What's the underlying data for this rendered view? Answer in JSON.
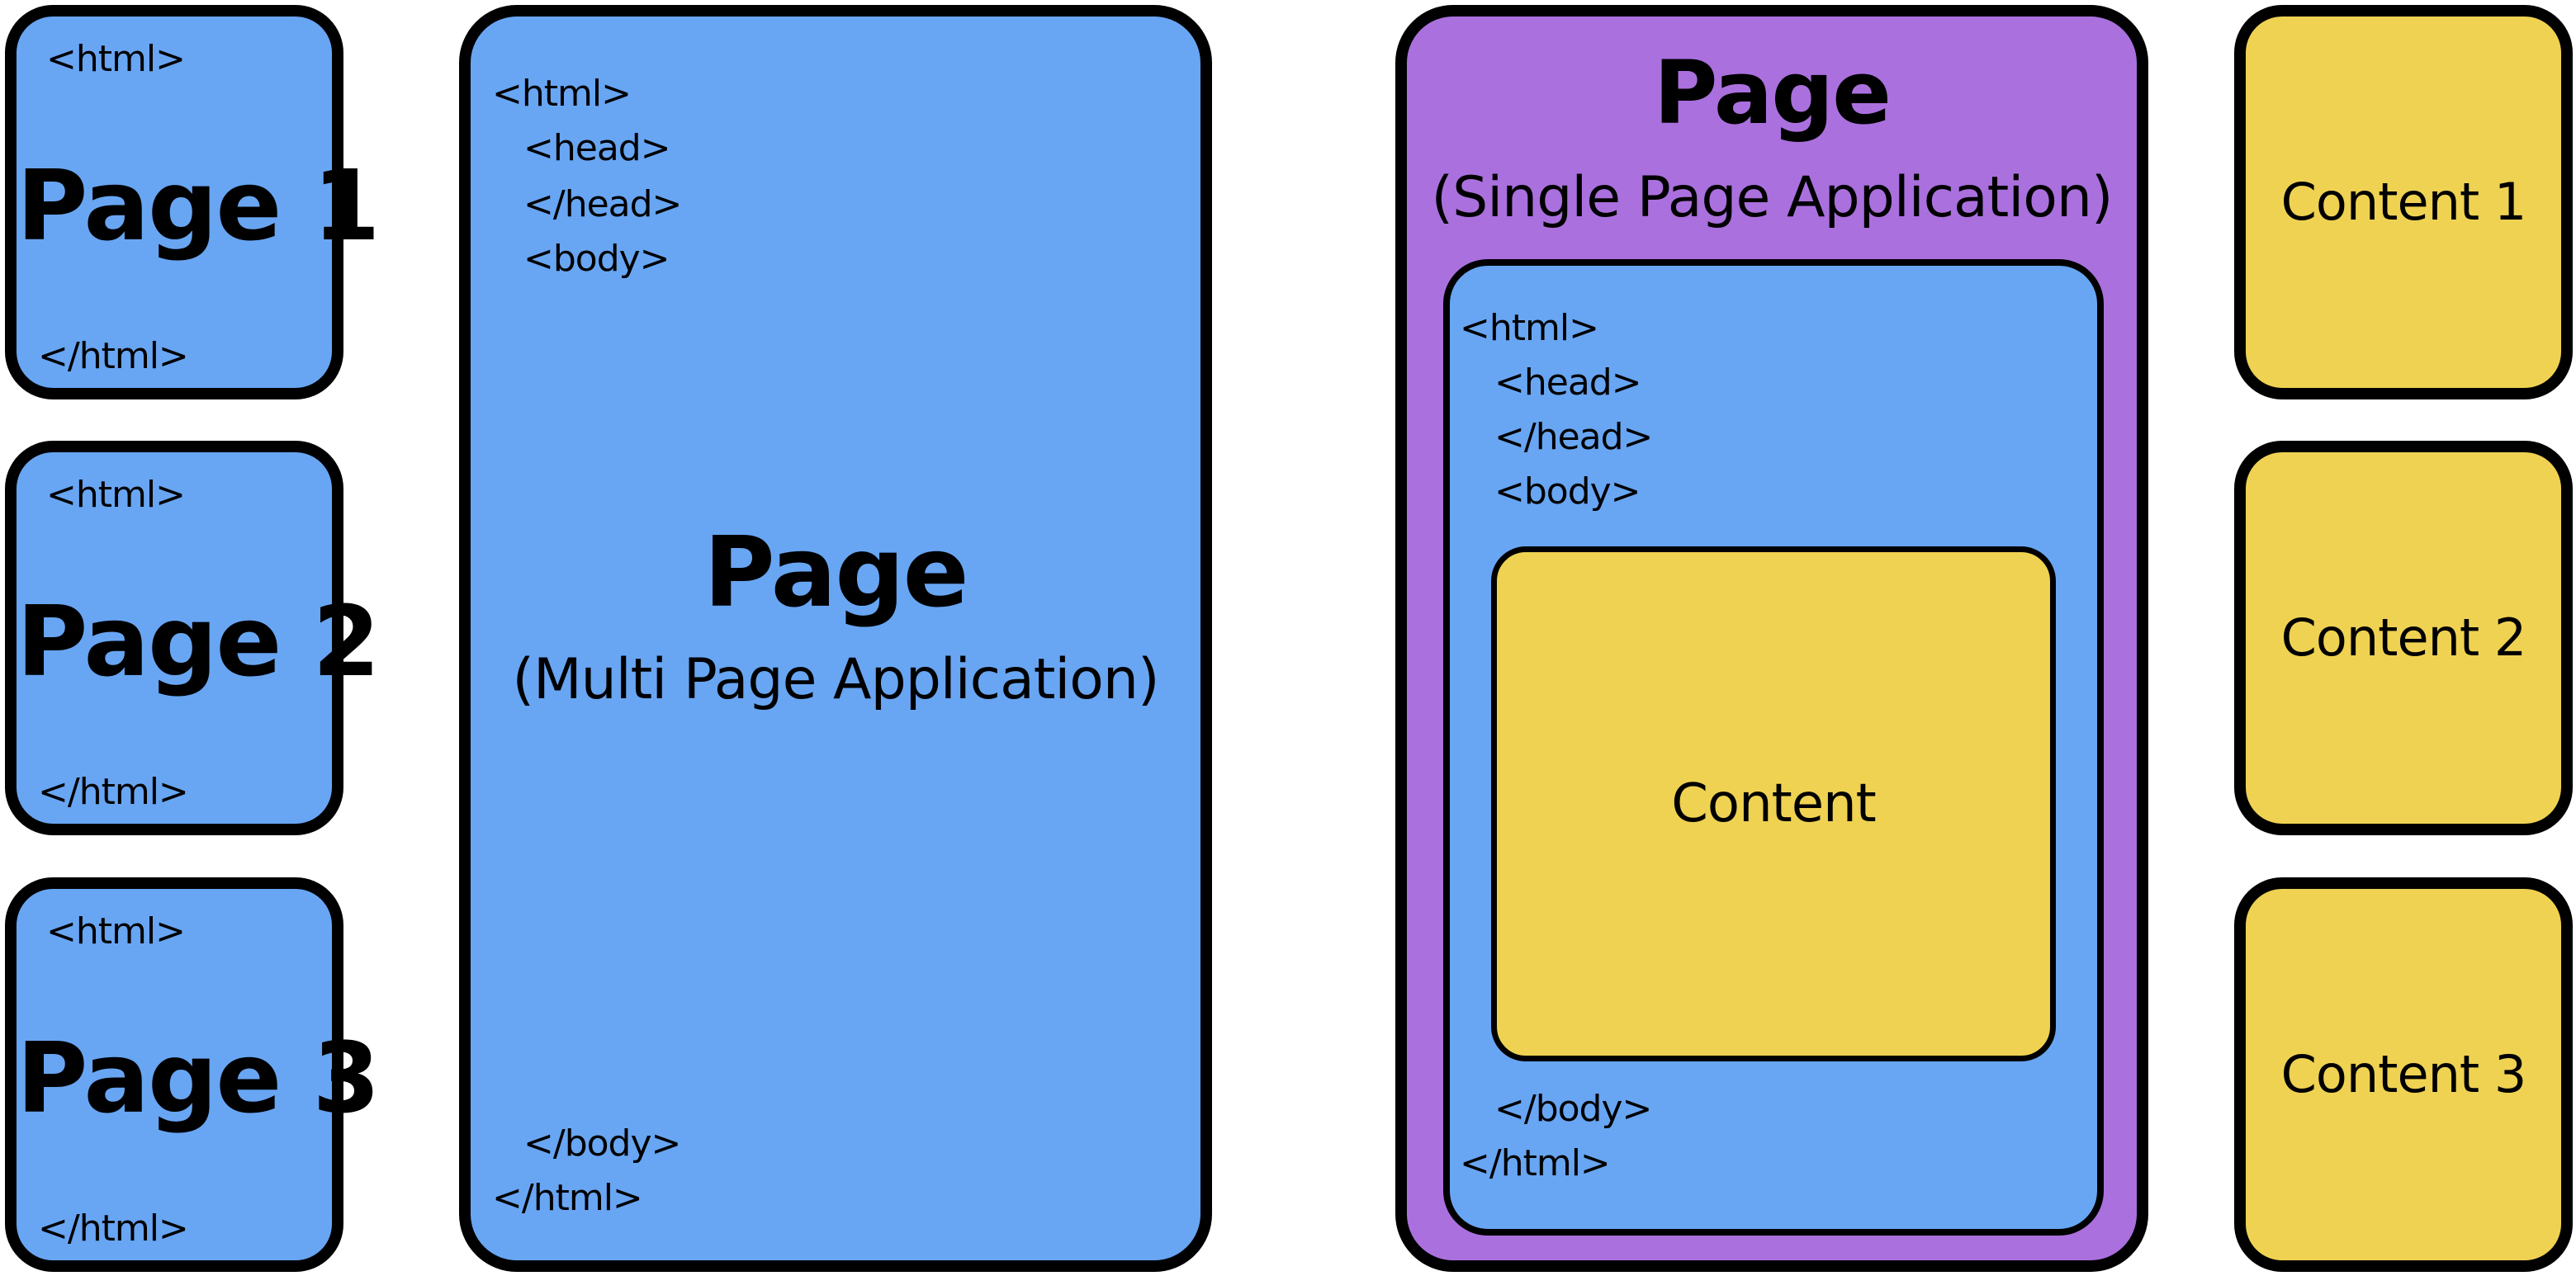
{
  "tags": {
    "html_open": "<html>",
    "html_close": "</html>",
    "head_open": "<head>",
    "head_close": "</head>",
    "body_open": "<body>",
    "body_close": "</body>"
  },
  "mpa_pages": [
    {
      "title": "Page 1"
    },
    {
      "title": "Page 2"
    },
    {
      "title": "Page 3"
    }
  ],
  "mpa_main": {
    "title": "Page",
    "subtitle": "(Multi Page Application)"
  },
  "spa_main": {
    "title": "Page",
    "subtitle": "(Single Page Application)",
    "content_label": "Content"
  },
  "spa_contents": [
    {
      "label": "Content 1"
    },
    {
      "label": "Content 2"
    },
    {
      "label": "Content 3"
    }
  ],
  "colors": {
    "page_blue": "#68a5f2",
    "content_yellow": "#efd252",
    "spa_purple": "#aa71de",
    "border": "#000000"
  }
}
